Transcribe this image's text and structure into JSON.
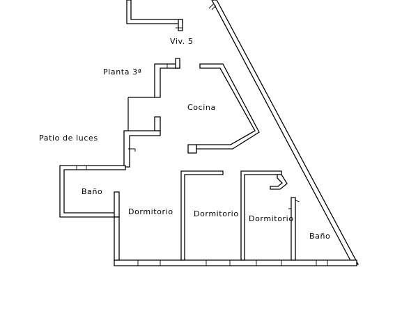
{
  "plan": {
    "labels": {
      "unit": "Viv. 5",
      "floor": "Planta 3ª",
      "patio": "Patio de luces",
      "kitchen": "Cocina",
      "bath_left": "Baño",
      "bedroom_1": "Dormitorio",
      "bedroom_2": "Dormitorio",
      "bedroom_3": "Dormitorio",
      "bath_right": "Baño"
    }
  }
}
